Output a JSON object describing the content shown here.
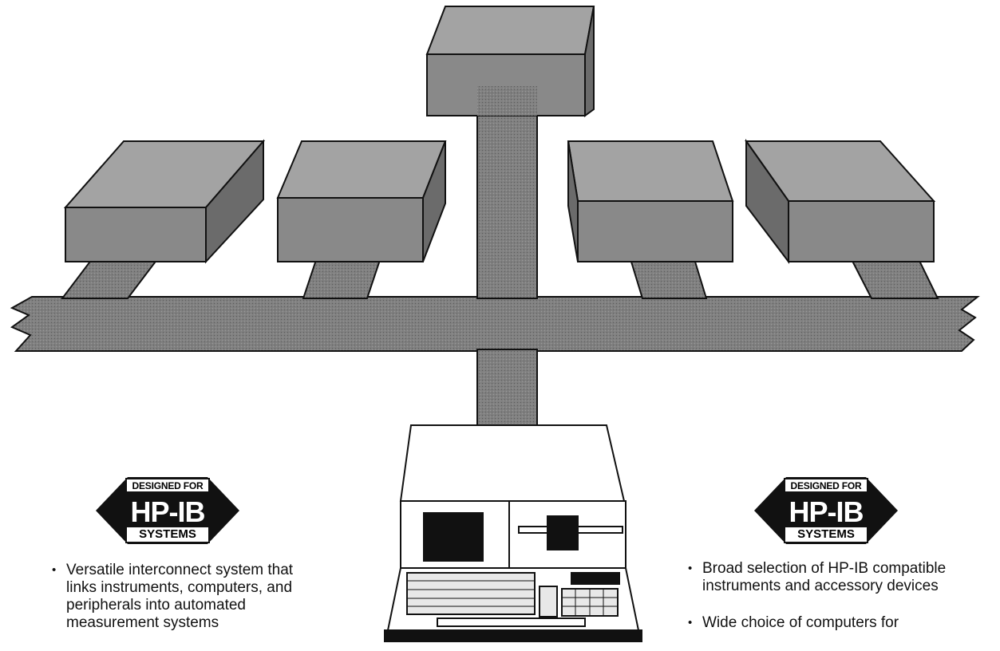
{
  "badges": [
    {
      "top": "DESIGNED FOR",
      "main": "HP-IB",
      "bottom": "SYSTEMS"
    },
    {
      "top": "DESIGNED FOR",
      "main": "HP-IB",
      "bottom": "SYSTEMS"
    }
  ],
  "left_bullets": [
    "Versatile interconnect system that links instruments, computers, and peripherals into automated measurement systems"
  ],
  "right_bullets": [
    "Broad selection of HP-IB compatible instruments and accessory devices",
    "Wide choice of computers for"
  ],
  "colors": {
    "bus": "#7d7d7d",
    "box_front": "#8a8a8a",
    "box_top": "#a9a9a9",
    "box_side": "#6e6e6e",
    "outline": "#111111"
  }
}
